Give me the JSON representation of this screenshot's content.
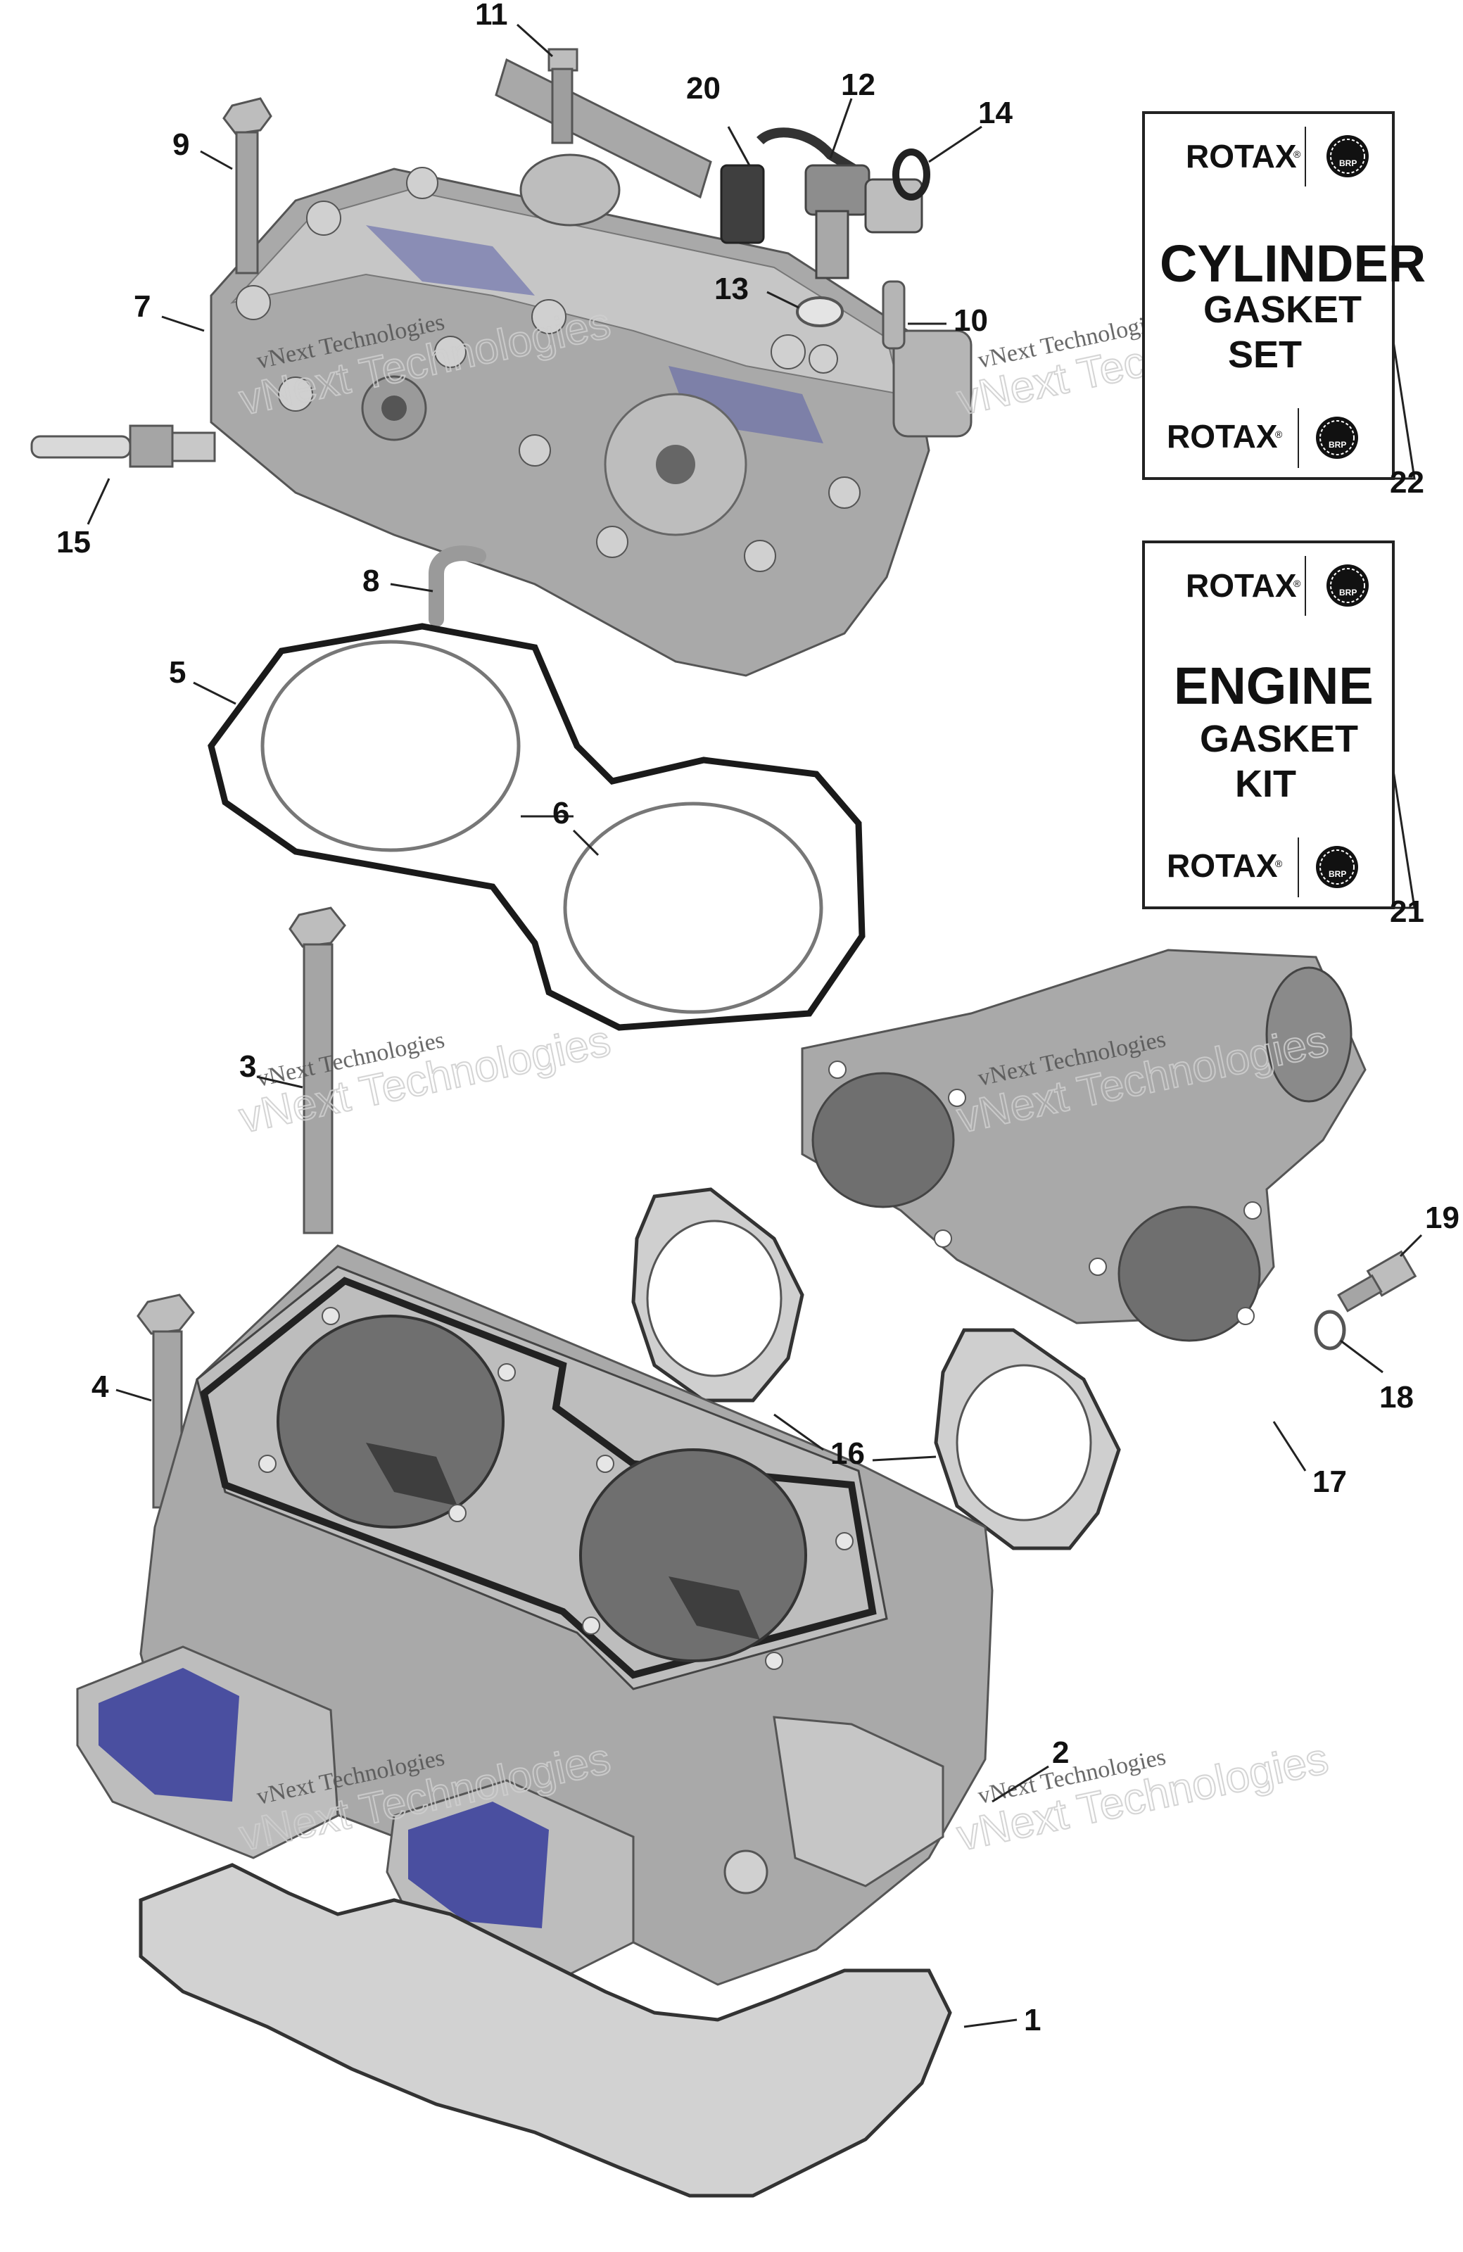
{
  "callouts": {
    "c1": "1",
    "c2": "2",
    "c3": "3",
    "c4": "4",
    "c5": "5",
    "c6": "6",
    "c7": "7",
    "c8": "8",
    "c9": "9",
    "c10": "10",
    "c11": "11",
    "c12": "12",
    "c13": "13",
    "c14": "14",
    "c15": "15",
    "c16": "16",
    "c17": "17",
    "c18": "18",
    "c19": "19",
    "c20": "20",
    "c21": "21",
    "c22": "22"
  },
  "kits": {
    "cylinder_kit": {
      "brand": "ROTAX",
      "brand_mark": "®",
      "logo": "BRP",
      "line1": "CYLINDER",
      "line2": "GASKET",
      "line3": "SET"
    },
    "engine_kit": {
      "brand": "ROTAX",
      "brand_mark": "®",
      "logo": "BRP",
      "line1": "ENGINE",
      "line2": "GASKET",
      "line3": "KIT"
    }
  },
  "watermark": {
    "main": "vNext Technologies",
    "sub": "vNext Technologies"
  },
  "colors": {
    "part_gray": "#a9a9a9",
    "part_dark": "#6f6f6f",
    "part_light": "#c6c6c6",
    "blue_tint": "#5a5fa8",
    "ink": "#111111"
  }
}
